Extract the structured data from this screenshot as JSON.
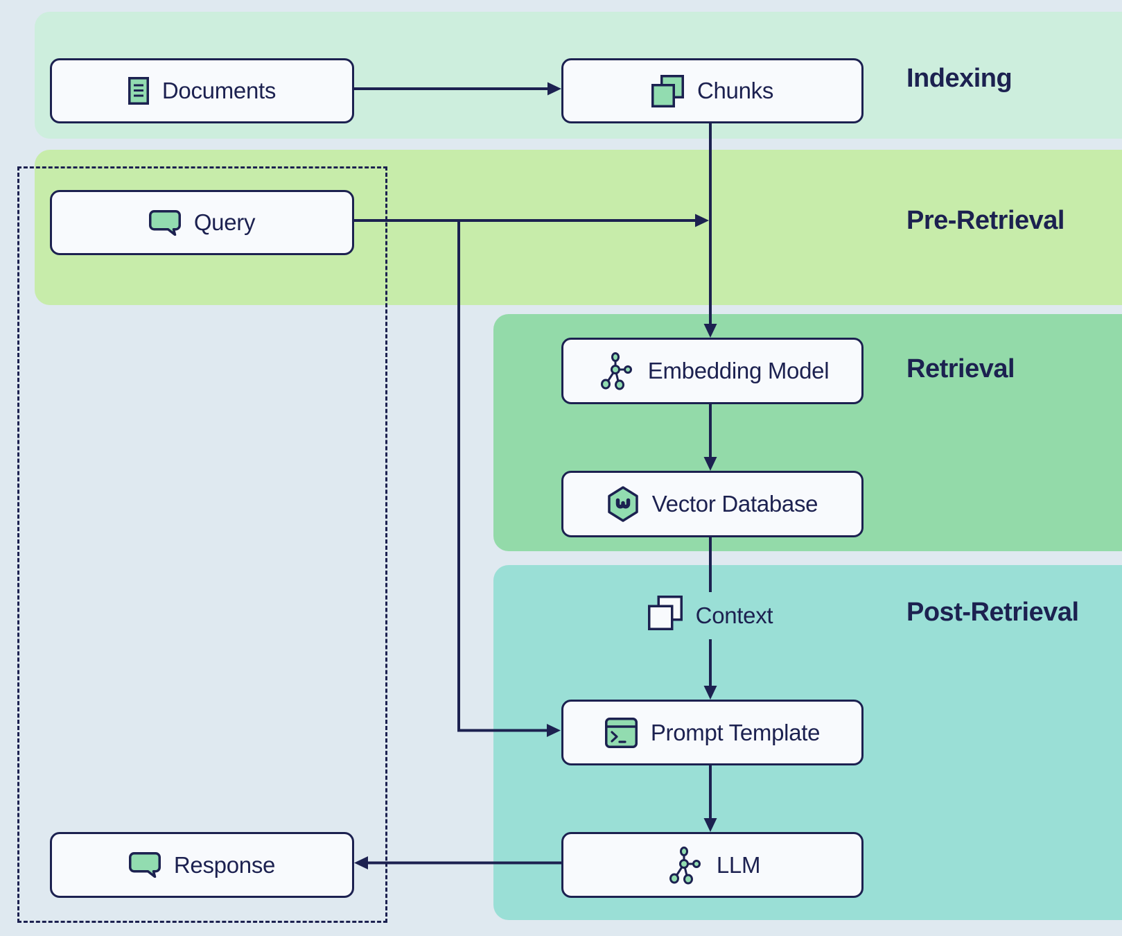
{
  "sections": {
    "indexing": {
      "label": "Indexing"
    },
    "pre_retrieval": {
      "label": "Pre-Retrieval"
    },
    "retrieval": {
      "label": "Retrieval"
    },
    "post_retrieval": {
      "label": "Post-Retrieval"
    }
  },
  "nodes": {
    "documents": {
      "label": "Documents",
      "icon": "document-icon"
    },
    "chunks": {
      "label": "Chunks",
      "icon": "chunks-icon"
    },
    "query": {
      "label": "Query",
      "icon": "chat-bubble-icon"
    },
    "embedding_model": {
      "label": "Embedding Model",
      "icon": "network-graph-icon"
    },
    "vector_database": {
      "label": "Vector Database",
      "icon": "hexagon-vector-icon"
    },
    "context": {
      "label": "Context",
      "icon": "copies-icon"
    },
    "prompt_template": {
      "label": "Prompt Template",
      "icon": "terminal-icon"
    },
    "llm": {
      "label": "LLM",
      "icon": "network-graph-icon"
    },
    "response": {
      "label": "Response",
      "icon": "chat-bubble-icon"
    }
  },
  "edges": [
    {
      "from": "documents",
      "to": "chunks"
    },
    {
      "from": "chunks",
      "to": "embedding_model"
    },
    {
      "from": "query",
      "to": "embedding_model"
    },
    {
      "from": "query",
      "to": "prompt_template"
    },
    {
      "from": "embedding_model",
      "to": "vector_database"
    },
    {
      "from": "vector_database",
      "to": "context"
    },
    {
      "from": "context",
      "to": "prompt_template"
    },
    {
      "from": "prompt_template",
      "to": "llm"
    },
    {
      "from": "llm",
      "to": "response"
    }
  ],
  "colors": {
    "bg": "#dfe9f0",
    "navy": "#1c2150",
    "mint": "#cdeedd",
    "lime": "#c7ecaa",
    "green": "#93daa9",
    "teal": "#9adfd6",
    "boxbg": "#f8fafd",
    "icon-green": "#92dcb0"
  }
}
